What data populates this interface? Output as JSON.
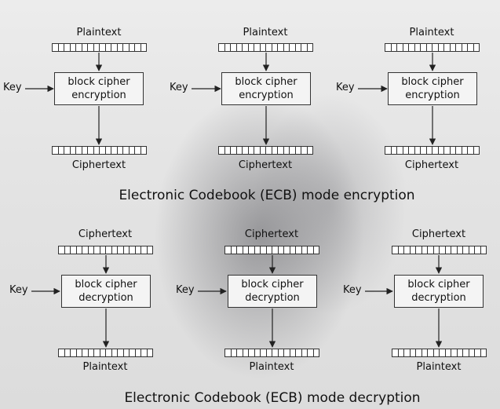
{
  "encryption": {
    "caption": "Electronic Codebook (ECB) mode encryption",
    "blocks": [
      {
        "input_label": "Plaintext",
        "key_label": "Key",
        "box_line1": "block cipher",
        "box_line2": "encryption",
        "output_label": "Ciphertext"
      },
      {
        "input_label": "Plaintext",
        "key_label": "Key",
        "box_line1": "block cipher",
        "box_line2": "encryption",
        "output_label": "Ciphertext"
      },
      {
        "input_label": "Plaintext",
        "key_label": "Key",
        "box_line1": "block cipher",
        "box_line2": "encryption",
        "output_label": "Ciphertext"
      }
    ]
  },
  "decryption": {
    "caption": "Electronic Codebook (ECB) mode decryption",
    "blocks": [
      {
        "input_label": "Ciphertext",
        "key_label": "Key",
        "box_line1": "block cipher",
        "box_line2": "decryption",
        "output_label": "Plaintext"
      },
      {
        "input_label": "Ciphertext",
        "key_label": "Key",
        "box_line1": "block cipher",
        "box_line2": "decryption",
        "output_label": "Plaintext"
      },
      {
        "input_label": "Ciphertext",
        "key_label": "Key",
        "box_line1": "block cipher",
        "box_line2": "decryption",
        "output_label": "Plaintext"
      }
    ]
  }
}
